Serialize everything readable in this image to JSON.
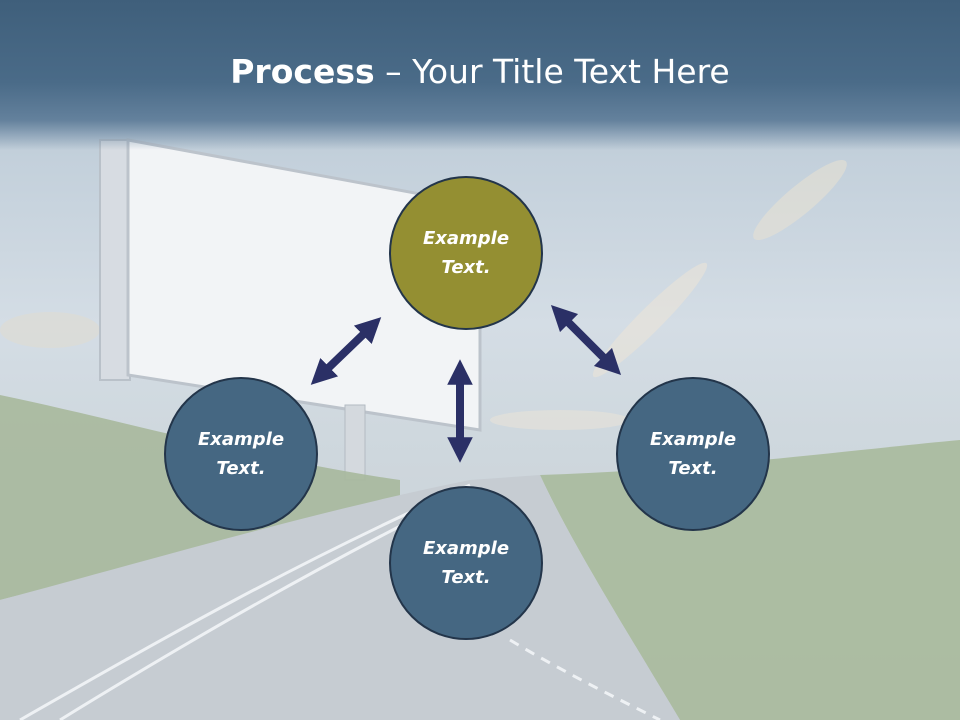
{
  "title": {
    "bold": "Process",
    "rest": " – Your Title Text Here"
  },
  "nodes": {
    "top": "Example Text.",
    "left": "Example Text.",
    "right": "Example Text.",
    "bottom": "Example Text."
  },
  "colors": {
    "title_band": "#46677f",
    "node_blue": "#456782",
    "node_olive": "#948f32",
    "arrow": "#2b3066"
  }
}
